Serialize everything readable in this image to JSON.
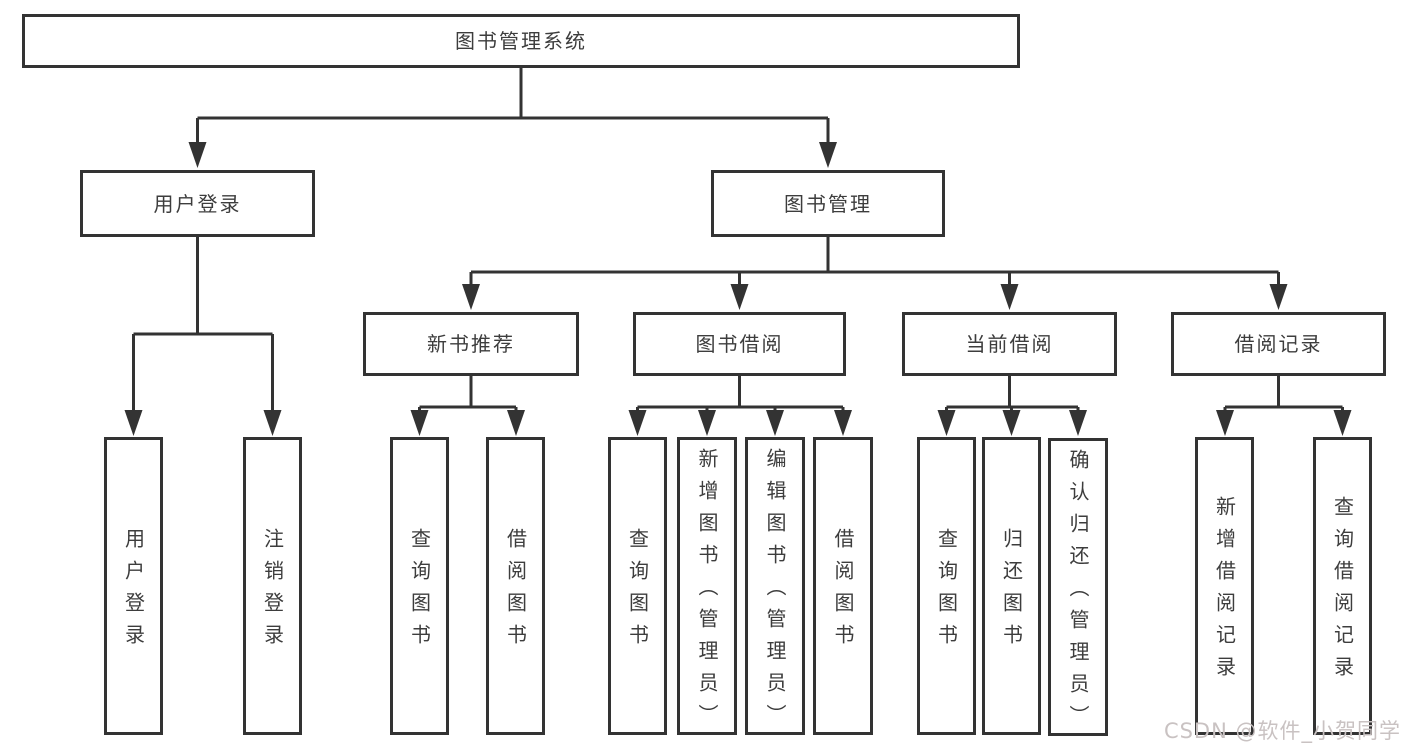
{
  "tree": {
    "root": {
      "label": "图书管理系统"
    },
    "branches": [
      {
        "label": "用户登录",
        "children": [
          {
            "label": "用户登录"
          },
          {
            "label": "注销登录"
          }
        ]
      },
      {
        "label": "图书管理",
        "children": [
          {
            "label": "新书推荐",
            "children": [
              {
                "label": "查询图书"
              },
              {
                "label": "借阅图书"
              }
            ]
          },
          {
            "label": "图书借阅",
            "children": [
              {
                "label": "查询图书"
              },
              {
                "label": "新增图书（管理员）"
              },
              {
                "label": "编辑图书（管理员）"
              },
              {
                "label": "借阅图书"
              }
            ]
          },
          {
            "label": "当前借阅",
            "children": [
              {
                "label": "查询图书"
              },
              {
                "label": "归还图书"
              },
              {
                "label": "确认归还（管理员）"
              }
            ]
          },
          {
            "label": "借阅记录",
            "children": [
              {
                "label": "新增借阅记录"
              },
              {
                "label": "查询借阅记录"
              }
            ]
          }
        ]
      }
    ],
    "watermark": "CSDN @软件_小贺同学",
    "colors": {
      "line": "#333333",
      "text": "#3d3d3d",
      "box_background": "#ffffff",
      "watermark": "#c9c2c2"
    }
  }
}
